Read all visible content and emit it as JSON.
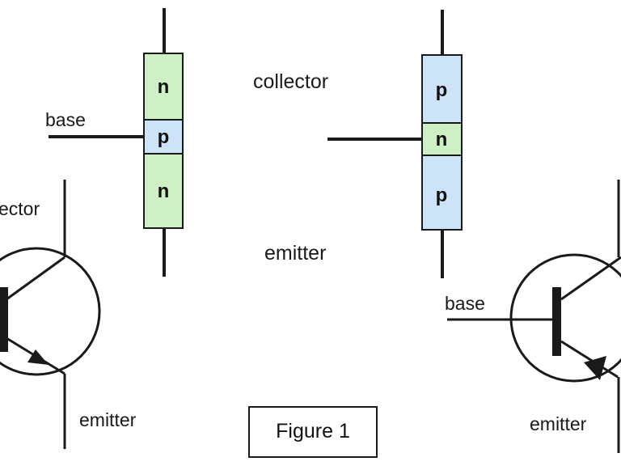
{
  "labels": {
    "collector_center": "collector",
    "emitter_center": "emitter",
    "base_left": "base",
    "collector_left_cut": "ector",
    "emitter_left": "emitter",
    "base_right": "base",
    "emitter_right": "emitter"
  },
  "npn_layers": [
    "n",
    "p",
    "n"
  ],
  "pnp_layers": [
    "p",
    "n",
    "p"
  ],
  "colors": {
    "n_region": "#cfefc4",
    "p_region": "#cde4f8",
    "outline": "#1a1a1a"
  },
  "figure_caption": "Figure 1"
}
